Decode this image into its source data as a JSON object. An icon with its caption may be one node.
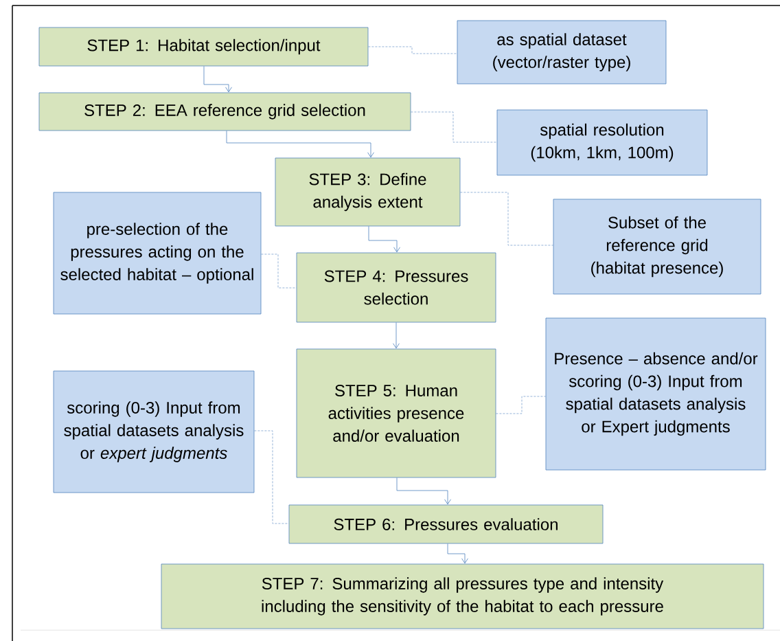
{
  "diagram": {
    "nodes": [
      {
        "text": [
          "STEP 1: Habitat selection/input"
        ]
      },
      {
        "text": [
          "as spatial dataset (vector/raster type)"
        ]
      },
      {
        "text": [
          "STEP 2: EEA reference grid selection"
        ]
      },
      {
        "text": [
          "spatial resolution (10km, 1km, 100m)"
        ]
      },
      {
        "text": [
          "STEP 3: Define analysis extent"
        ]
      },
      {
        "text": [
          "pre-selection of the pressures acting on the selected habitat – optional"
        ]
      },
      {
        "text": [
          "Subset of the reference grid (habitat presence)"
        ]
      },
      {
        "text": [
          "STEP 4: Pressures selection"
        ]
      },
      {
        "text": [
          "STEP 5: Human activities presence and/or evaluation"
        ]
      },
      {
        "text": [
          "Presence – absence and/or scoring (0-3) Input from spatial datasets analysis or Expert judgments"
        ]
      },
      {
        "text": [
          "scoring (0-3) Input from spatial datasets analysis or *expert judgments*"
        ]
      },
      {
        "text": [
          "STEP 6: Pressures evaluation"
        ]
      },
      {
        "text": [
          "STEP 7: Summarizing all pressures type and intensity including the sensitivity of the habitat to each pressure"
        ]
      }
    ],
    "edges": [
      {
        "from": 0,
        "to": 2,
        "arrow": "to"
      },
      {
        "from": 2,
        "to": 4,
        "arrow": "to"
      },
      {
        "from": 4,
        "to": 7,
        "arrow": "to"
      },
      {
        "from": 7,
        "to": 8,
        "arrow": "to"
      },
      {
        "from": 8,
        "to": 11,
        "arrow": "to"
      },
      {
        "from": 11,
        "to": 12,
        "arrow": "to"
      },
      {
        "from": 0,
        "to": 1,
        "arrow": "none",
        "style": "dashed"
      },
      {
        "from": 2,
        "to": 3,
        "arrow": "none",
        "style": "dashed"
      },
      {
        "from": 4,
        "to": 6,
        "arrow": "none",
        "style": "dashed"
      },
      {
        "from": 5,
        "to": 7,
        "arrow": "none",
        "style": "dashed"
      },
      {
        "from": 8,
        "to": 9,
        "arrow": "none",
        "style": "dashed"
      },
      {
        "from": 10,
        "to": 11,
        "arrow": "none",
        "style": "dashed"
      }
    ]
  }
}
